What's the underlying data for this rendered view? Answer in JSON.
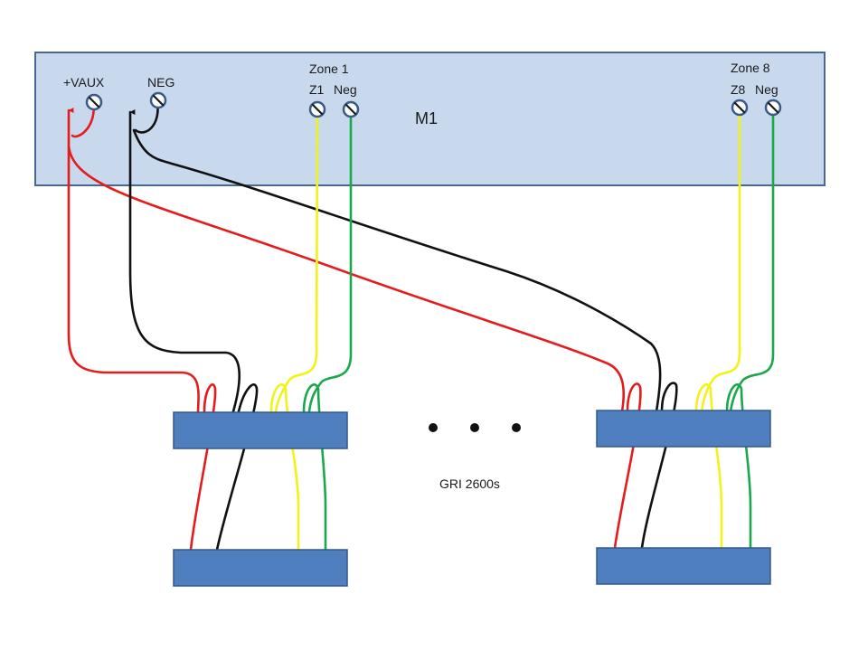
{
  "panel": {
    "name": "M1",
    "aux_positive_label": "+VAUX",
    "aux_negative_label": "NEG",
    "zone1": {
      "title": "Zone 1",
      "positive_label": "Z1",
      "negative_label": "Neg"
    },
    "zone8": {
      "title": "Zone 8",
      "positive_label": "Z8",
      "negative_label": "Neg"
    }
  },
  "detectors_label": "GRI 2600s",
  "ellipsis": "• • •",
  "colors": {
    "panel_fill": "#c8d9ee",
    "panel_border": "#4a6790",
    "detector_fill": "#4f7fbf",
    "terminal_ring": "#3b5a86",
    "wire_positive": "#e51c1c",
    "wire_negative": "#111111",
    "wire_zone": "#f2f21a",
    "wire_zone_neg": "#1aa84a"
  }
}
